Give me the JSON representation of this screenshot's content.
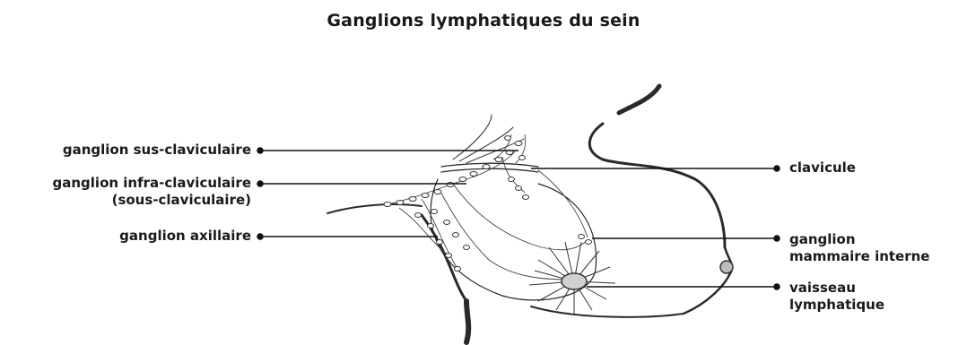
{
  "diagram": {
    "title": "Ganglions lymphatiques du sein",
    "labels": {
      "sus_claviculaire": "ganglion sus-claviculaire",
      "infra_claviculaire_l1": "ganglion infra-claviculaire",
      "infra_claviculaire_l2": "(sous-claviculaire)",
      "axillaire": "ganglion axillaire",
      "clavicule": "clavicule",
      "mammaire_l1": "ganglion",
      "mammaire_l2": "mammaire interne",
      "vaisseau_l1": "vaisseau",
      "vaisseau_l2": "lymphatique"
    }
  }
}
